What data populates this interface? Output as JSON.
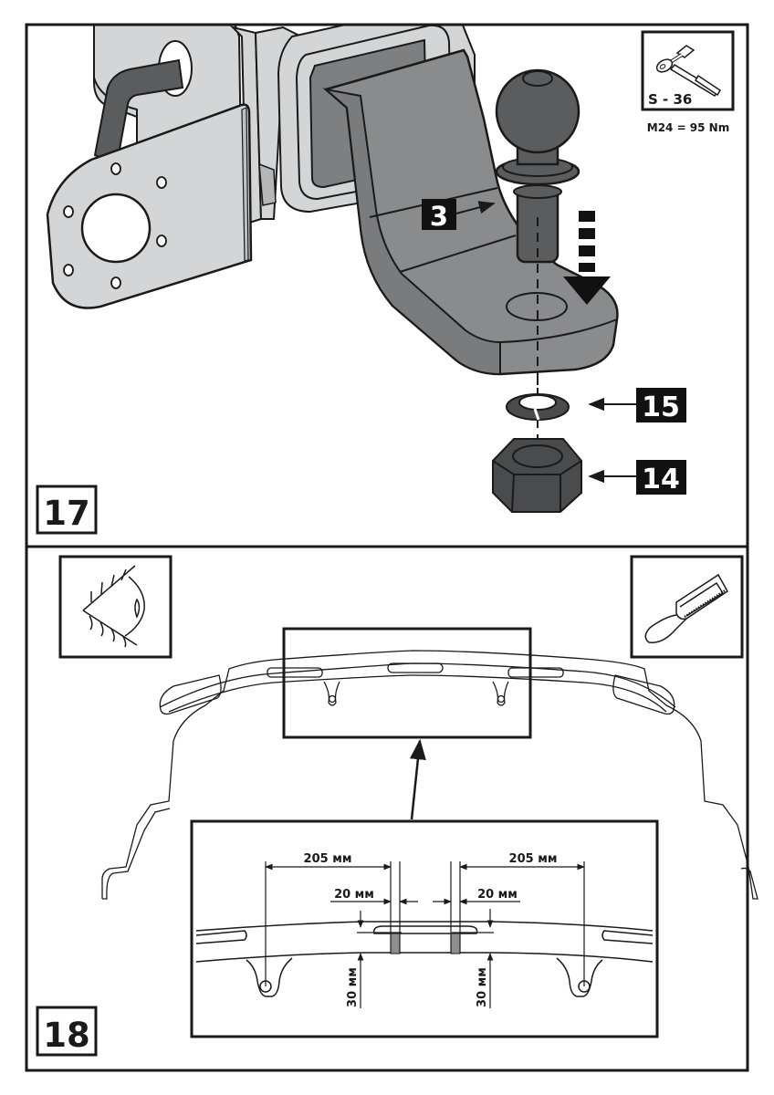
{
  "colors": {
    "ink": "#1a1a1a",
    "light_metal": "#d4d5d6",
    "mid_metal": "#8a8b8d",
    "dark_metal": "#5b5c5e",
    "darkest_metal": "#4a4b4d",
    "marker_fill": "#8e8e8e",
    "label_bg": "#111111",
    "label_fg": "#ffffff"
  },
  "step17": {
    "number": "17",
    "tool": {
      "icon": "ratchet-wrench-icon",
      "socket_label": "S - 36",
      "torque_spec": "M24 = 95 Nm"
    },
    "callouts": [
      {
        "id": "3",
        "part": "tow-ball"
      },
      {
        "id": "15",
        "part": "spring-washer"
      },
      {
        "id": "14",
        "part": "hex-nut"
      }
    ],
    "assembly_direction": "down"
  },
  "step18": {
    "number": "18",
    "icons": {
      "inspect": "eye-icon",
      "cut": "hacksaw-icon"
    },
    "dimensions": {
      "left_span": "205 мм",
      "right_span": "205 мм",
      "left_width": "20 мм",
      "right_width": "20 мм",
      "left_height": "30 мм",
      "right_height": "30 мм"
    }
  }
}
